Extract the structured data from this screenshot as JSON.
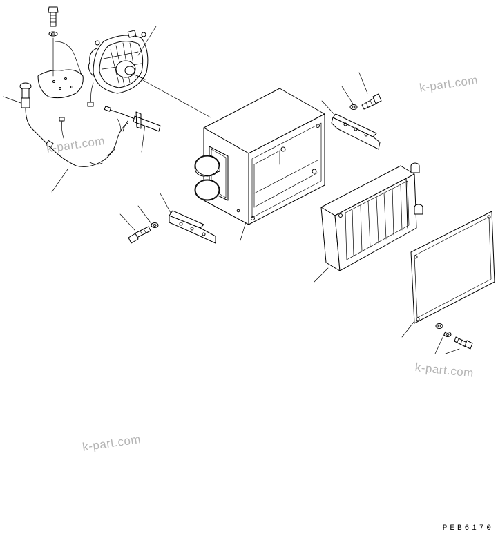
{
  "watermarks": [
    "k-part.com",
    "k-part.com",
    "k-part.com",
    "k-part.com"
  ],
  "drawing_code": "PEB6170",
  "colors": {
    "line": "#000000",
    "watermark": "#b4b4b4",
    "background": "#ffffff"
  }
}
